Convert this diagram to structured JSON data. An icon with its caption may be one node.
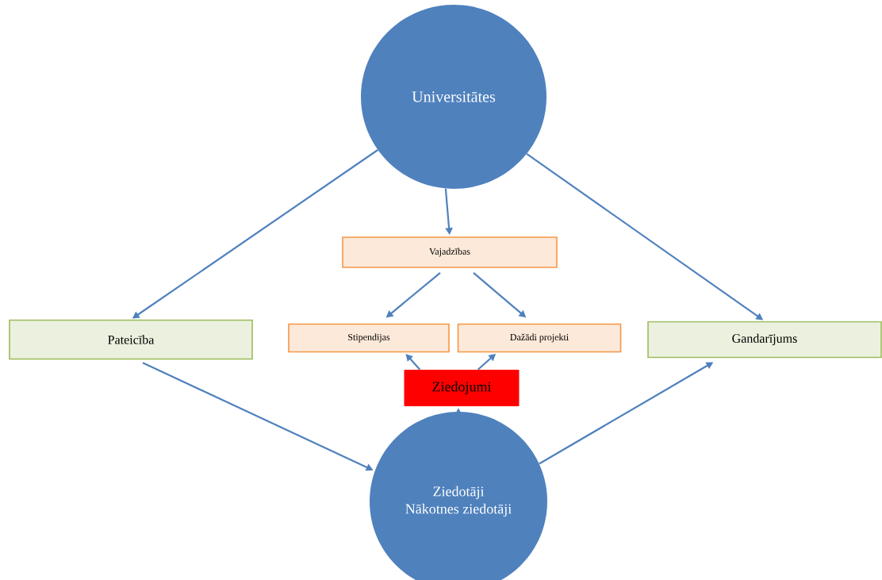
{
  "diagram": {
    "nodes": [
      {
        "text": [
          "Universitātes"
        ]
      },
      {
        "text": [
          "Vajadzības"
        ]
      },
      {
        "text": [
          "Pateicība"
        ]
      },
      {
        "text": [
          "Stipendijas"
        ]
      },
      {
        "text": [
          "Dažādi projekti"
        ]
      },
      {
        "text": [
          "Gandarījums"
        ]
      },
      {
        "text": [
          "Ziedojumi"
        ]
      },
      {
        "text": [
          "Ziedotāji",
          "Nākotnes ziedotāji"
        ]
      }
    ],
    "edges": [
      {
        "from": 0,
        "to": 2,
        "arrow": "to"
      },
      {
        "from": 0,
        "to": 1,
        "arrow": "to"
      },
      {
        "from": 0,
        "to": 5,
        "arrow": "to"
      },
      {
        "from": 1,
        "to": 3,
        "arrow": "to"
      },
      {
        "from": 1,
        "to": 4,
        "arrow": "to"
      },
      {
        "from": 6,
        "to": 3,
        "arrow": "to"
      },
      {
        "from": 6,
        "to": 4,
        "arrow": "to"
      },
      {
        "from": 7,
        "to": 6,
        "arrow": "to"
      },
      {
        "from": 2,
        "to": 7,
        "arrow": "to"
      },
      {
        "from": 7,
        "to": 5,
        "arrow": "to"
      }
    ]
  }
}
